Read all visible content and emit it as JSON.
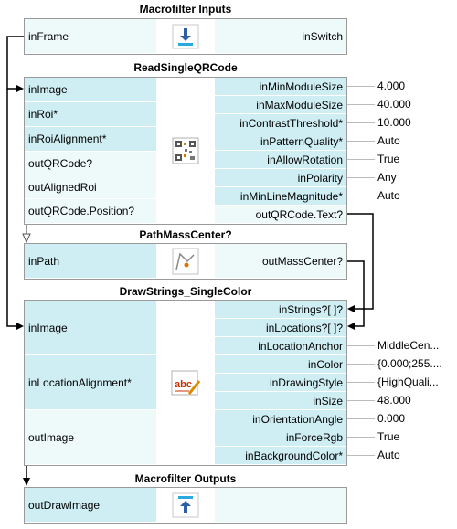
{
  "colors": {
    "input_bg": "#cfeef3",
    "output_bg": "#eef9fa",
    "border": "#9a9a9a",
    "wire": "#000000"
  },
  "macro_inputs": {
    "title": "Macrofilter Inputs",
    "left": "inFrame",
    "right": "inSwitch",
    "icon": "download-arrow-icon"
  },
  "qr": {
    "title": "ReadSingleQRCode",
    "icon": "qr-code-icon",
    "left": [
      "inImage",
      "inRoi*",
      "inRoiAlignment*",
      "outQRCode?",
      "outAlignedRoi",
      "outQRCode.Position?"
    ],
    "right": [
      "inMinModuleSize",
      "inMaxModuleSize",
      "inContrastThreshold*",
      "inPatternQuality*",
      "inAllowRotation",
      "inPolarity",
      "inMinLineMagnitude*",
      "outQRCode.Text?"
    ],
    "values": [
      "4.000",
      "40.000",
      "10.000",
      "Auto",
      "True",
      "Any",
      "Auto"
    ]
  },
  "path": {
    "title": "PathMassCenter?",
    "left": "inPath",
    "right": "outMassCenter?",
    "icon": "path-center-icon"
  },
  "draw": {
    "title": "DrawStrings_SingleColor",
    "icon": "draw-text-icon",
    "left": [
      "inImage",
      "inLocationAlignment*",
      "outImage"
    ],
    "right": [
      "inStrings?[ ]?",
      "inLocations?[ ]?",
      "inLocationAnchor",
      "inColor",
      "inDrawingStyle",
      "inSize",
      "inOrientationAngle",
      "inForceRgb",
      "inBackgroundColor*"
    ],
    "values": [
      "MiddleCen...",
      "{0.000;255....",
      "{HighQuali...",
      "48.000",
      "0.000",
      "True",
      "Auto"
    ]
  },
  "macro_outputs": {
    "title": "Macrofilter Outputs",
    "left": "outDrawImage",
    "icon": "upload-arrow-icon"
  }
}
